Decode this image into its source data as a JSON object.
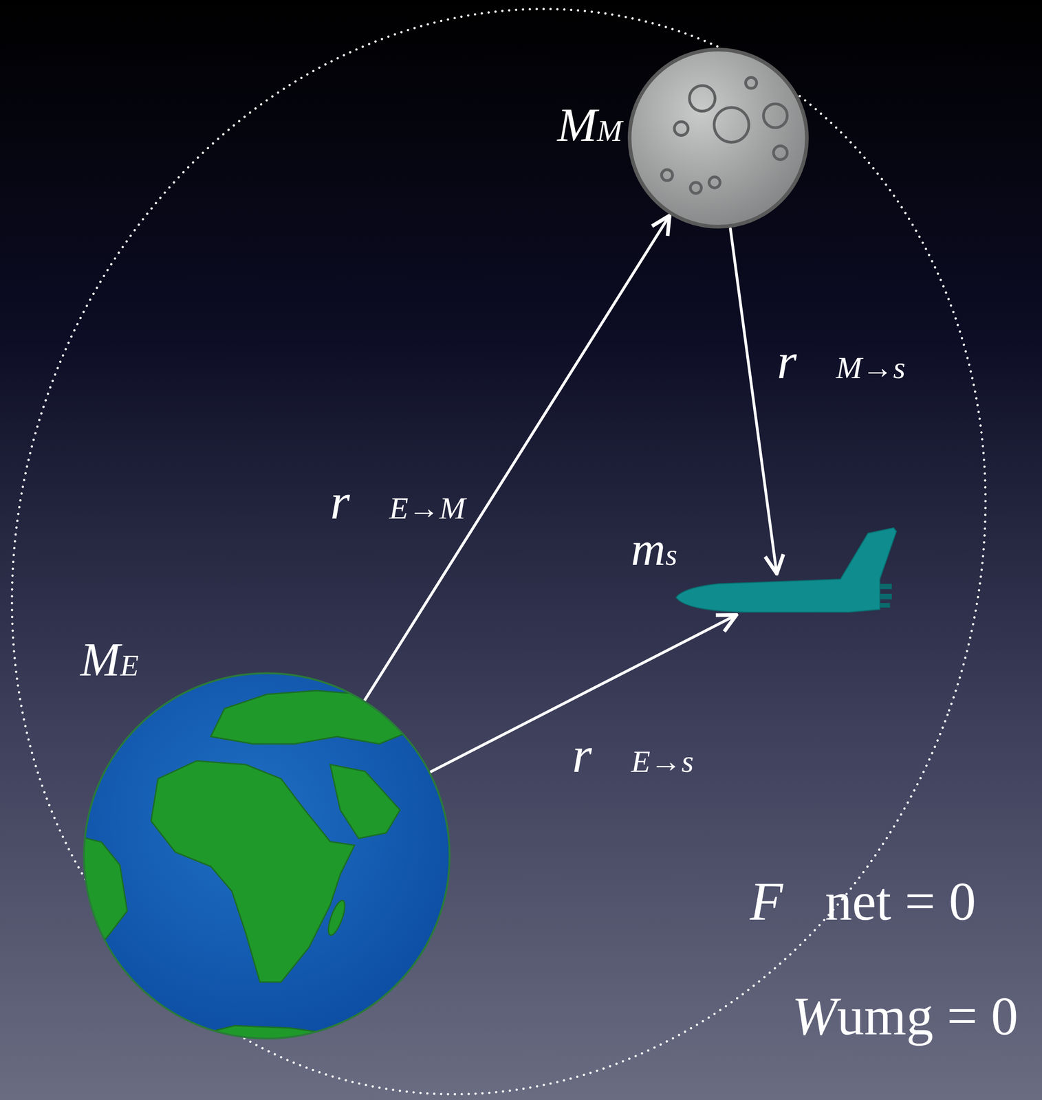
{
  "diagram": {
    "nodes": [
      {
        "text": [
          "MM"
        ]
      },
      {
        "text": [
          "ms"
        ]
      },
      {
        "text": [
          "ME"
        ]
      }
    ],
    "edges": [
      {
        "from": 2,
        "to": 0,
        "arrow": "to",
        "label": "r⃗E→M"
      },
      {
        "from": 0,
        "to": 1,
        "arrow": "to",
        "label": "r⃗M→s"
      },
      {
        "from": 2,
        "to": 1,
        "arrow": "to",
        "label": "r⃗E→s"
      }
    ],
    "labels": [
      "F⃗net = 0⃗",
      "Wumg = 0"
    ]
  }
}
